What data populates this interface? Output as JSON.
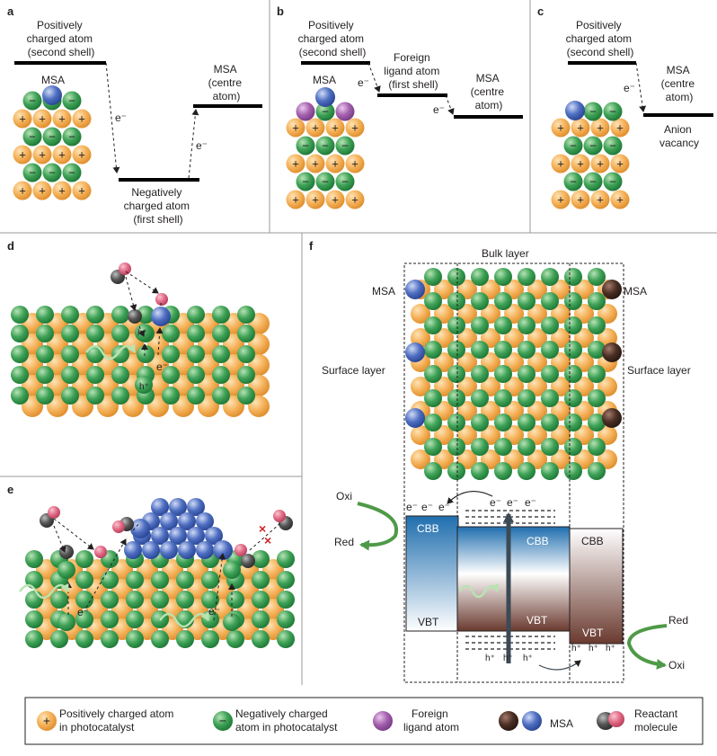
{
  "colors": {
    "positive": "#f5b25a",
    "negative": "#3fa257",
    "foreign": "#a461ad",
    "msa_blue": "#4f6fc2",
    "msa_brown": "#4a2f24",
    "reactant_grey": "#555555",
    "reactant_pink": "#e26a86",
    "cbb_blue": "#1f6eae",
    "cbb_brown": "#6a3a2f",
    "arrow_green": "#4f9a48",
    "panel_border": "#9a9a9a"
  },
  "symbols": {
    "plus": "+",
    "minus": "−",
    "electron": "e⁻",
    "hole": "h⁺",
    "cross": "×"
  },
  "panels": {
    "a": {
      "letter": "a",
      "positive_atom_lines": [
        "Positively",
        "charged atom",
        "(second shell)"
      ],
      "msa_centre_lines": [
        "MSA",
        "(centre",
        "atom)"
      ],
      "negative_atom_lines": [
        "Negatively",
        "charged atom",
        "(first shell)"
      ],
      "msa_label": "MSA"
    },
    "b": {
      "letter": "b",
      "positive_atom_lines": [
        "Positively",
        "charged atom",
        "(second shell)"
      ],
      "foreign_ligand_lines": [
        "Foreign",
        "ligand atom",
        "(first shell)"
      ],
      "msa_centre_lines": [
        "MSA",
        "(centre",
        "atom)"
      ],
      "msa_label": "MSA"
    },
    "c": {
      "letter": "c",
      "positive_atom_lines": [
        "Positively",
        "charged atom",
        "(second shell)"
      ],
      "msa_centre_lines": [
        "MSA",
        "(centre",
        "atom)"
      ],
      "vacancy_lines": [
        "Anion",
        "vacancy"
      ]
    },
    "d": {
      "letter": "d"
    },
    "e": {
      "letter": "e"
    },
    "f": {
      "letter": "f",
      "bulk_label": "Bulk layer",
      "surface_left": "Surface layer",
      "surface_right": "Surface layer",
      "msa_left": "MSA",
      "msa_right": "MSA",
      "cbb": "CBB",
      "vbt": "VBT",
      "oxi": "Oxi",
      "red": "Red"
    }
  },
  "legend": {
    "positive_lines": [
      "Positively charged atom",
      "in photocatalyst"
    ],
    "negative_lines": [
      "Negatively charged",
      "atom in photocatalyst"
    ],
    "foreign_lines": [
      "Foreign",
      "ligand atom"
    ],
    "msa": "MSA",
    "reactant_lines": [
      "Reactant",
      "molecule"
    ]
  }
}
